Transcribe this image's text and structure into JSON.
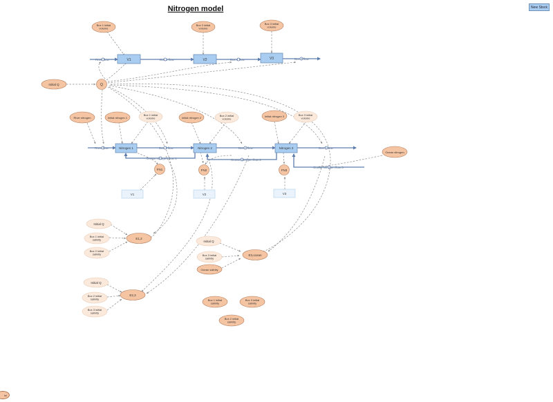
{
  "title": "Nitrogen model",
  "toolbar": {
    "new_stock": "New Stock"
  },
  "corner_label": "Ini",
  "stocks": {
    "v1": "V1",
    "v2": "V2",
    "v3": "V3",
    "n1": "Nitrogen 1",
    "n2": "Nitrogen 2",
    "n3": "Nitrogen 3"
  },
  "ghosts": {
    "v1": "V1",
    "v2": "V2",
    "v3": "V3"
  },
  "flows": {
    "river_flow_1": "River flow",
    "box1_flow_1": "Box 1 flow",
    "box2_flow_1": "Box 2 flow",
    "box3_flow_1": "Box 3 flow",
    "river_flow_2": "River flow",
    "box1_flow_2": "Box 1 flow",
    "box2_flow_2": "Box 2 flow",
    "box3_flow_2": "Box 3 flow",
    "ocean_box1": "Ocean nitrogen flow 1",
    "ocean_box2": "Ocean nitrogen flow 2",
    "ocean_box3": "Ocean nitrogen flow 3"
  },
  "vars": {
    "b1_init_vol_top": [
      "Box 1 initial",
      "volume"
    ],
    "b2_init_vol_top": [
      "Box 2 initial",
      "volume"
    ],
    "b3_init_vol_top": [
      "Box 3 initial",
      "volume"
    ],
    "initial_q": [
      "Initial Q"
    ],
    "q": [
      "Q"
    ],
    "river_nitrogen": [
      "River nitrogen"
    ],
    "init_n1": [
      "Initial nitrogen 1"
    ],
    "b1_init_vol": [
      "Box 1 initial",
      "volume"
    ],
    "init_n2": [
      "Initial nitrogen 2"
    ],
    "b2_init_vol": [
      "Box 2 initial",
      "volume"
    ],
    "init_n3": [
      "Initial nitrogen 3"
    ],
    "b3_init_vol": [
      "Box 3 initial",
      "volume"
    ],
    "ocean_nitrogen": [
      "Ocean nitrogen"
    ],
    "fn1": [
      "FN1"
    ],
    "fn2": [
      "FN2"
    ],
    "fn3": [
      "FN3"
    ],
    "e12_initial_q": [
      "Initial Q"
    ],
    "e12_b1_sal": [
      "Box 1 initial",
      "salinity"
    ],
    "e12_b2_sal": [
      "Box 2 initial",
      "salinity"
    ],
    "e12": [
      "E1,2"
    ],
    "e23_initial_q": [
      "Initial Q"
    ],
    "e23_b2_sal": [
      "Box 2 initial",
      "salinity"
    ],
    "e23_b3_sal": [
      "Box 3 initial",
      "salinity"
    ],
    "e23": [
      "E2,3"
    ],
    "e3o_initial_q": [
      "Initial Q"
    ],
    "e3o_b3_sal": [
      "Box 3 initial",
      "salinity"
    ],
    "ocean_salinity": [
      "Ocean salinity"
    ],
    "e3ocean": [
      "E3,ocean"
    ],
    "b1_sal": [
      "Box 1 initial",
      "salinity"
    ],
    "b3_sal": [
      "Box 3 initial",
      "salinity"
    ],
    "b2_sal": [
      "Box 2 initial",
      "salinity"
    ]
  },
  "colors": {
    "stock_fill": "#a9cdf0",
    "stock_border": "#6d8fb8",
    "var_fill": "#f5c4a2",
    "var_border": "#b07a58",
    "ghost_fill": "#fbe9dc",
    "ghost_border": "#e8cdb8",
    "flow_pipe": "#5c7cae",
    "link_line": "#8a8a8a"
  }
}
